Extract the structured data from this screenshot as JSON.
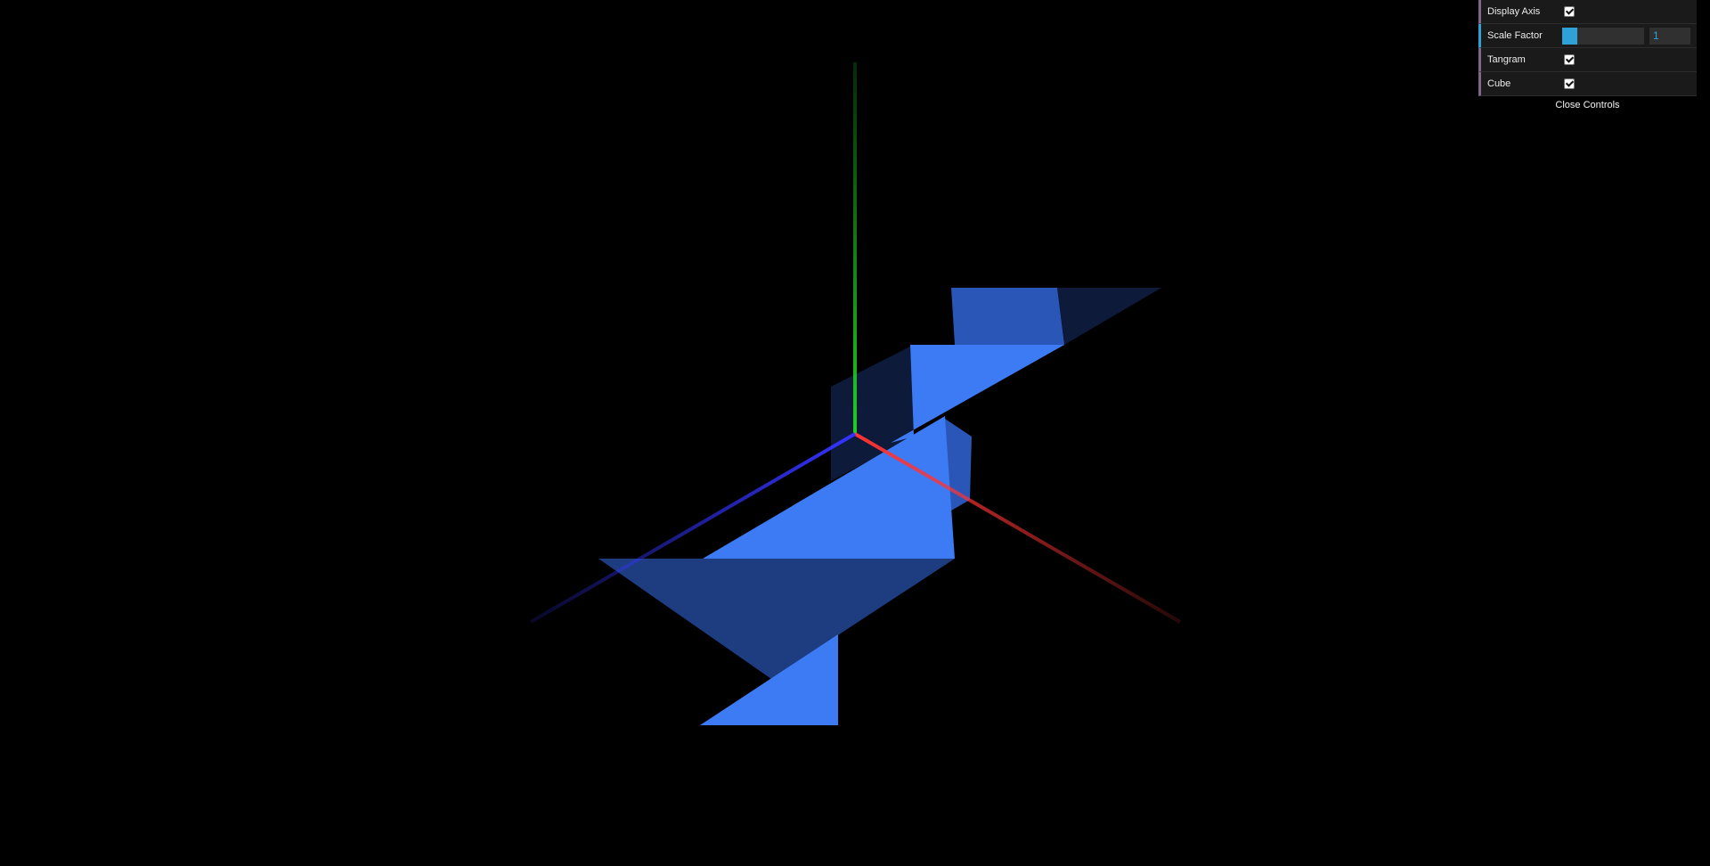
{
  "controls": {
    "display_axis": {
      "label": "Display Axis",
      "checked": true
    },
    "scale_factor": {
      "label": "Scale Factor",
      "value": "1",
      "fraction": 0.18
    },
    "tangram": {
      "label": "Tangram",
      "checked": true
    },
    "cube": {
      "label": "Cube",
      "checked": true
    },
    "close_label": "Close Controls"
  },
  "scene": {
    "background": "#000000",
    "axis_colors": {
      "x": "#ff3333",
      "y": "#22cc22",
      "z": "#3333ff"
    },
    "shape_colors": {
      "bright": "#3d7bf5",
      "mid": "#2a56b8",
      "dark": "#1e3c80",
      "faint": "#0d1a3a"
    }
  }
}
